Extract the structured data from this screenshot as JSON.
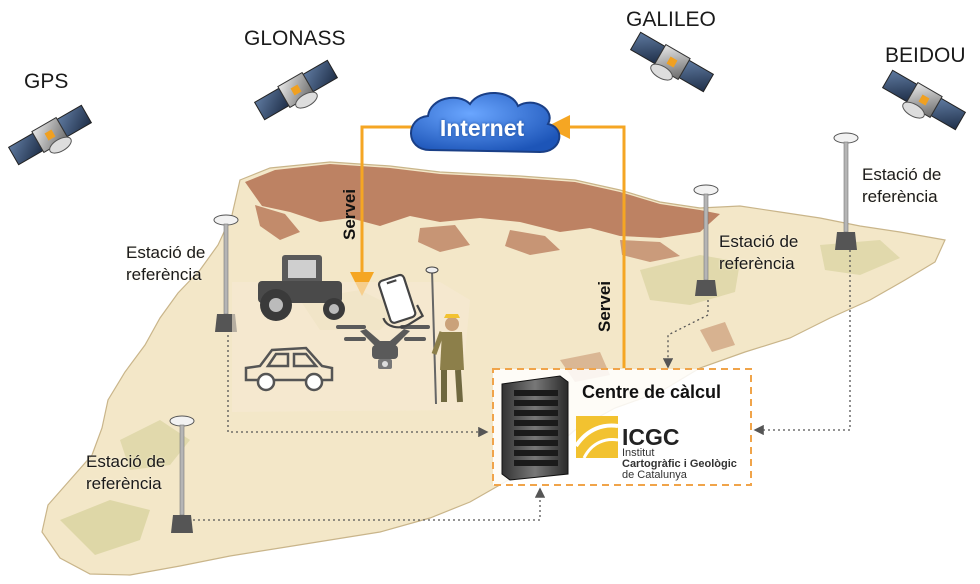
{
  "colors": {
    "map_fill": "#f3e7c8",
    "mountain": "#b87a5a",
    "arrow": "#f5a623",
    "cloud": "#2f6fd6",
    "dashed_box": "#f0a44a",
    "logo_yellow": "#f2c230"
  },
  "satellites": [
    "GPS",
    "GLONASS",
    "GALILEO",
    "BEIDOU"
  ],
  "stations": {
    "west": [
      "Estació de",
      "referència"
    ],
    "southwest": [
      "Estació de",
      "referència"
    ],
    "center_right": [
      "Estació de",
      "referència"
    ],
    "far_right": [
      "Estació de",
      "referència"
    ]
  },
  "internet": "Internet",
  "service_left": "Servei",
  "service_right": "Servei",
  "centre": {
    "title": "Centre de càlcul",
    "logo": {
      "name": "ICGC",
      "sub1": "Institut",
      "sub2": "Cartogràfic i Geològic",
      "sub3": "de Catalunya"
    }
  },
  "icons": [
    "satellite-icon",
    "gnss-antenna-icon",
    "cloud-icon",
    "tractor-icon",
    "car-icon",
    "drone-icon",
    "smartphone-icon",
    "surveyor-icon",
    "server-rack-icon"
  ]
}
